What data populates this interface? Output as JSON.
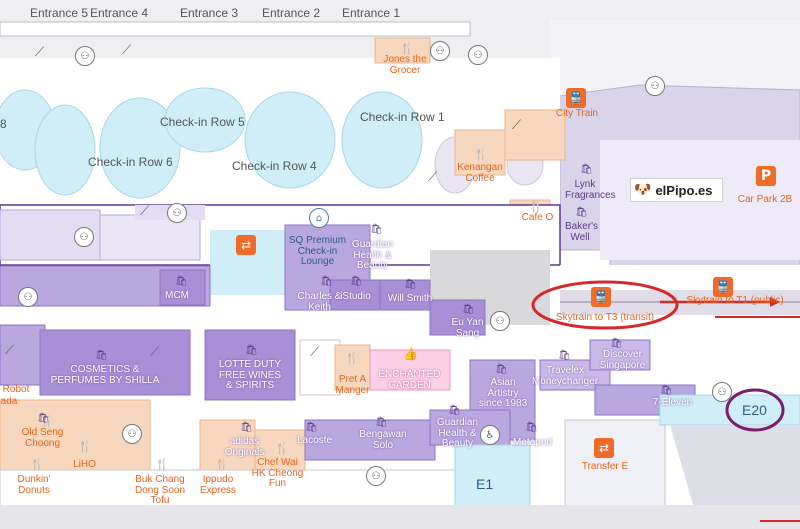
{
  "entrances": [
    "Entrance 5",
    "Entrance 4",
    "Entrance 3",
    "Entrance 2",
    "Entrance 1"
  ],
  "check_in_rows": [
    "8",
    "Check-in Row 5",
    "Check-in Row 1",
    "Check-in Row 6",
    "Check-in Row 4"
  ],
  "shops_purple": {
    "lynk": "Lynk Fragrances",
    "bakers": "Baker's Well",
    "sq_lounge": "SQ Premium Check-in Lounge",
    "guardian1": "Guardian Health & Beauty",
    "mcm": "MCM",
    "charles": "Charles & Keith",
    "istudio": "iStudio",
    "will": "Will Smith",
    "eu_yan": "Eu Yan Sang",
    "cosmetics": "COSMETICS & PERFUMES BY SHILLA",
    "lotte": "LOTTE DUTY FREE WINES & SPIRITS",
    "asian": "Asian Artistry since 1983",
    "travelex": "Travelex Moneychanger",
    "discover": "Discover Singapore",
    "seven": "7-Eleven",
    "guardian2": "Guardian Health & Beauty",
    "metapod": "Metapod",
    "bengawan": "Bengawan Solo",
    "lacoste": "Lacoste",
    "adidas": "adidas Originals",
    "robot": "Robot",
    "ada": "ada"
  },
  "food_orange": {
    "jones": "Jones the Grocer",
    "kenangan": "Kenangan Coffee",
    "cafe_o": "Cafe O",
    "pret": "Pret A Manger",
    "old_seng": "Old Seng Choong",
    "liho": "LiHO",
    "dunkin": "Dunkin' Donuts",
    "bukchang": "Buk Chang Dong Soon Tofu",
    "ippudo": "Ippudo Express",
    "chefwai": "Chef Wai HK Cheong Fun",
    "city_train": "City Train",
    "car_park": "Car Park 2B",
    "skytrain_t3": "Skytrain to T3 (transit)",
    "skytrain_t1": "Skytrain to T1 (public)",
    "transfer_e": "Transfer E"
  },
  "enchanted": "ENCHANTED GARDEN",
  "gates": {
    "e1": "E1",
    "e20": "E20"
  },
  "logo": "elPipo.es",
  "colors": {
    "purple": "#a98fd6",
    "orange": "#ee6b2a",
    "teal": "#d5eef5",
    "highlight_red": "#d42a2a",
    "highlight_purple": "#7a1f6e"
  }
}
